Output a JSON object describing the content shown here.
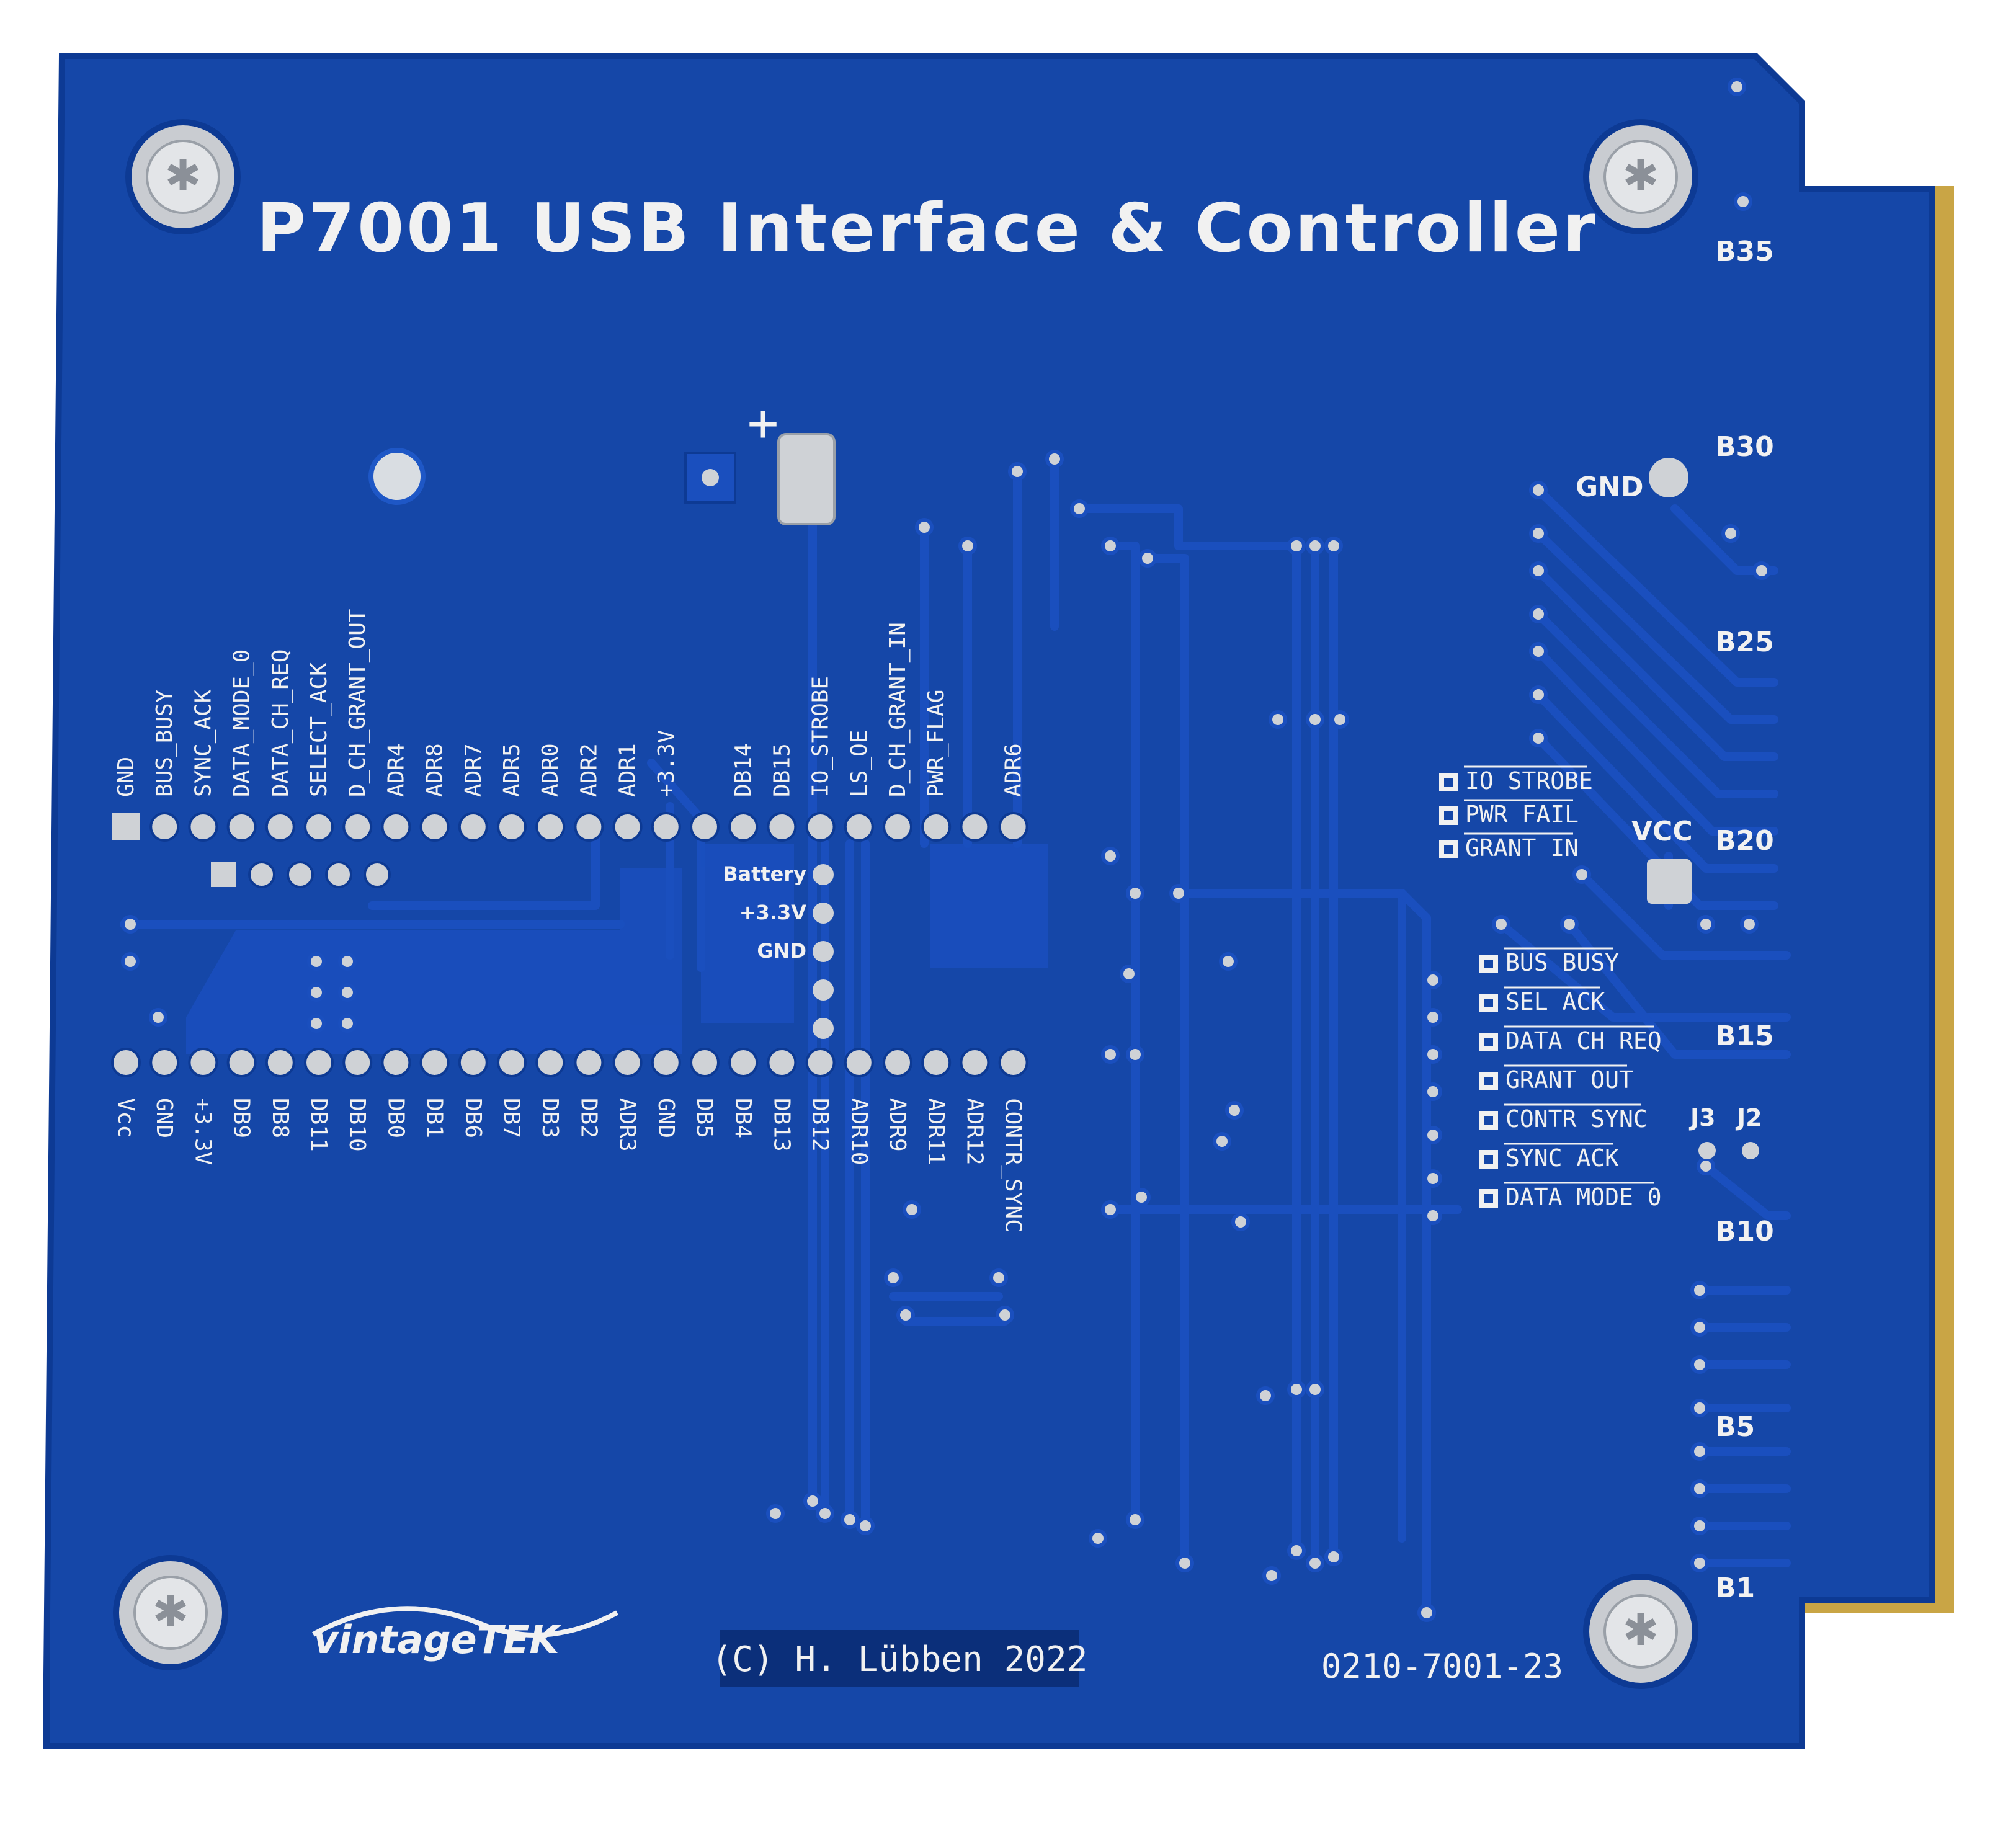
{
  "board": {
    "title": "P7001 USB Interface & Controller",
    "copyright": "(C) H. Lübben 2022",
    "part_number": "0210-7001-23",
    "logo_text": "vintageTEK",
    "colors": {
      "board": "#1547a8",
      "board_edge": "#0d3a94",
      "trace": "#1a4fbe",
      "silkscreen": "#f1f1f1",
      "pad_tin": "#cfd2d6",
      "edge_gold": "#c9a545"
    }
  },
  "edge_connector": {
    "labels": [
      "B35",
      "B30",
      "B25",
      "B20",
      "B15",
      "B10",
      "B5",
      "B1"
    ]
  },
  "pins_top": {
    "labels": [
      "GND",
      "BUS_BUSY",
      "SYNC_ACK",
      "DATA_MODE_0",
      "DATA_CH_REQ",
      "SELECT_ACK",
      "D_CH_GRANT_OUT",
      "ADR4",
      "ADR8",
      "ADR7",
      "ADR5",
      "ADR0",
      "ADR2",
      "ADR1",
      "+3.3V",
      "DB14",
      "DB15",
      "IO_STROBE",
      "LS_OE",
      "D_CH_GRANT_IN",
      "PWR_FLAG",
      "ADR6"
    ]
  },
  "pins_bottom": {
    "labels": [
      "Vcc",
      "GND",
      "+3.3V",
      "DB9",
      "DB8",
      "DB11",
      "DB10",
      "DB0",
      "DB1",
      "DB6",
      "DB7",
      "DB3",
      "DB2",
      "ADR3",
      "GND",
      "DB5",
      "DB4",
      "DB13",
      "DB12",
      "ADR10",
      "ADR9",
      "ADR11",
      "ADR12",
      "CONTR_SYNC"
    ]
  },
  "center_labels": [
    "Battery",
    "+3.3V",
    "GND"
  ],
  "right_pads_upper": [
    "IO STROBE",
    "PWR FAIL",
    "GRANT IN"
  ],
  "right_pads_lower": [
    "BUS BUSY",
    "SEL ACK",
    "DATA CH REQ",
    "GRANT OUT",
    "CONTR SYNC",
    "SYNC ACK",
    "DATA MODE 0"
  ],
  "power_labels": {
    "gnd": "GND",
    "vcc": "VCC"
  },
  "jumper_labels": [
    "J3",
    "J2"
  ],
  "polarity_mark": "+"
}
